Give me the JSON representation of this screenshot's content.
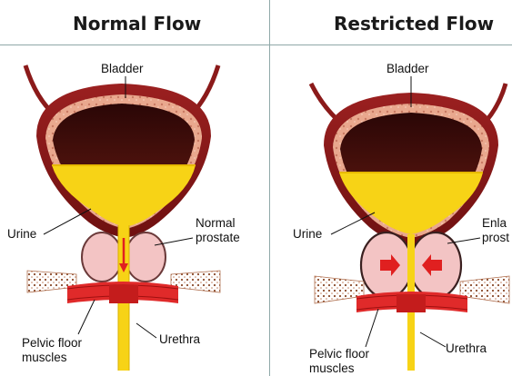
{
  "panels": [
    {
      "title": "Normal Flow",
      "labels": {
        "bladder": "Bladder",
        "urine": "Urine",
        "prostate": "Normal\nprostate",
        "urethra": "Urethra",
        "muscles": "Pelvic floor\nmuscles"
      }
    },
    {
      "title": "Restricted Flow",
      "labels": {
        "bladder": "Bladder",
        "urine": "Urine",
        "prostate": "Enla\nprost",
        "urethra": "Urethra",
        "muscles": "Pelvic floor\nmuscles"
      }
    }
  ],
  "colors": {
    "bladder_wall": "#8b1a1a",
    "bladder_lining": "#e8a58c",
    "urine": "#f7d316",
    "prostate": "#f3c4c4",
    "muscle": "#e02a2a",
    "arrow": "#e02020"
  }
}
